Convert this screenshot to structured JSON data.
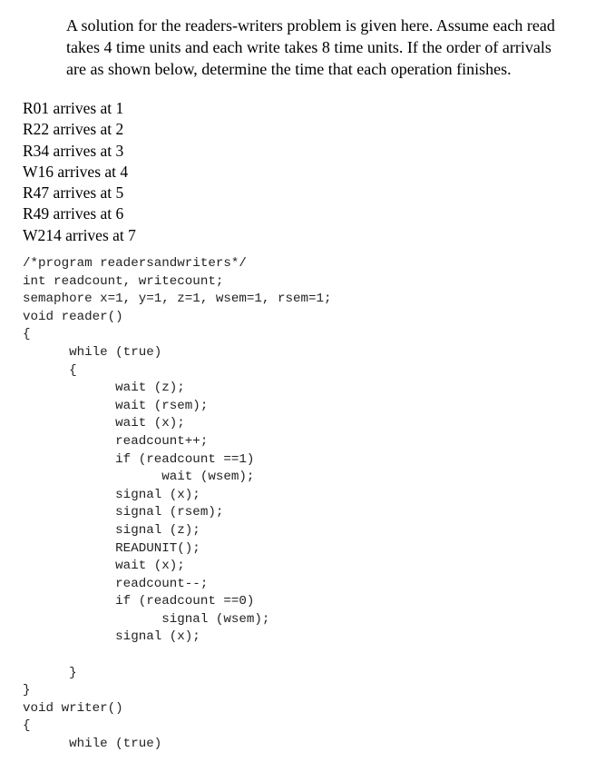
{
  "intro": {
    "line1": "A solution for the readers-writers problem is given here. Assume each read",
    "line2": "takes 4 time units and each write takes 8 time units. If the order of arrivals",
    "line3": "are as shown below, determine the time that each operation finishes."
  },
  "arrivals": [
    "R01 arrives at 1",
    "R22 arrives at 2",
    "R34 arrives at 3",
    "W16 arrives at 4",
    "R47 arrives at 5",
    "R49 arrives at 6",
    "W214 arrives at 7"
  ],
  "code": [
    "/*program readersandwriters*/",
    "int readcount, writecount;",
    "semaphore x=1, y=1, z=1, wsem=1, rsem=1;",
    "void reader()",
    "{",
    "      while (true)",
    "      {",
    "            wait (z);",
    "            wait (rsem);",
    "            wait (x);",
    "            readcount++;",
    "            if (readcount ==1)",
    "                  wait (wsem);",
    "            signal (x);",
    "            signal (rsem);",
    "            signal (z);",
    "            READUNIT();",
    "            wait (x);",
    "            readcount--;",
    "            if (readcount ==0)",
    "                  signal (wsem);",
    "            signal (x);",
    "",
    "      }",
    "}",
    "void writer()",
    "{",
    "      while (true)"
  ]
}
